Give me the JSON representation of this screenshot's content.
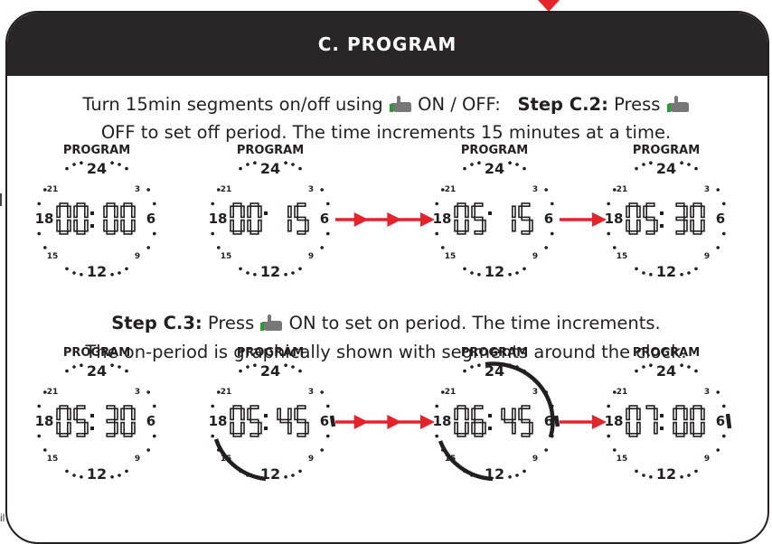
{
  "header": {
    "title": "C. PROGRAM"
  },
  "text": {
    "line1_pre": "Turn 15min segments on/off using",
    "line1_mid": "ON / OFF:",
    "line1_step": "Step C.2:",
    "line1_post": "Press",
    "line2": "OFF to set off period. The time increments 15 minutes at a time.",
    "line3_step": "Step C.3:",
    "line3_pre": "Press",
    "line3_post": "ON to set on period.  The time increments.",
    "line4": "The on-period is graphically shown with segments around the clock."
  },
  "dial": {
    "label_program": "PROGRAM",
    "label_24": "24",
    "label_12": "12",
    "label_18": "18",
    "label_6": "6",
    "label_21": "21",
    "label_3": "3",
    "label_15": "15",
    "label_9": "9"
  },
  "clocks": [
    {
      "time_h": "00",
      "time_m": "00",
      "colon": true,
      "arc": "none"
    },
    {
      "time_h": "00",
      "time_m": "15",
      "colon": false,
      "arc": "none"
    },
    {
      "time_h": "05",
      "time_m": "15",
      "colon": false,
      "arc": "none"
    },
    {
      "time_h": "05",
      "time_m": "30",
      "colon": true,
      "arc": "none"
    },
    {
      "time_h": "05",
      "time_m": "30",
      "colon": true,
      "arc": "none"
    },
    {
      "time_h": "05",
      "time_m": "45",
      "colon": true,
      "arc": "lower-left"
    },
    {
      "time_h": "06",
      "time_m": "45",
      "colon": true,
      "arc": "wide"
    },
    {
      "time_h": "07",
      "time_m": "00",
      "colon": true,
      "arc": "tick"
    }
  ],
  "arrows": [
    {
      "from": 2,
      "to": 3,
      "heads": 3
    },
    {
      "from": 3,
      "to": 4,
      "heads": 1
    },
    {
      "from": 6,
      "to": 7,
      "heads": 3
    },
    {
      "from": 7,
      "to": 8,
      "heads": 1
    }
  ],
  "colors": {
    "header": "#2a2627",
    "text": "#231f20",
    "arrow": "#e3242b",
    "border": "#231f20"
  },
  "icons": {
    "hand": "pointing-hand-icon",
    "top_arrow": "red-down-arrow-icon"
  }
}
